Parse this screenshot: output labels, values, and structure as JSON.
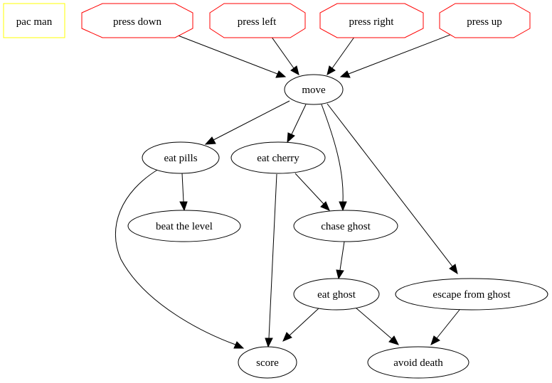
{
  "diagram": {
    "colors": {
      "default": "#000000",
      "action": "#ff0000",
      "title": "#ffff00"
    },
    "nodes": {
      "pac_man": {
        "label": "pac man",
        "shape": "box",
        "color": "#ffff00"
      },
      "press_down": {
        "label": "press down",
        "shape": "octagon",
        "color": "#ff0000"
      },
      "press_left": {
        "label": "press left",
        "shape": "octagon",
        "color": "#ff0000"
      },
      "press_right": {
        "label": "press right",
        "shape": "octagon",
        "color": "#ff0000"
      },
      "press_up": {
        "label": "press up",
        "shape": "octagon",
        "color": "#ff0000"
      },
      "move": {
        "label": "move",
        "shape": "ellipse",
        "color": "#000000"
      },
      "eat_pills": {
        "label": "eat pills",
        "shape": "ellipse",
        "color": "#000000"
      },
      "eat_cherry": {
        "label": "eat cherry",
        "shape": "ellipse",
        "color": "#000000"
      },
      "beat_the_level": {
        "label": "beat the level",
        "shape": "ellipse",
        "color": "#000000"
      },
      "chase_ghost": {
        "label": "chase ghost",
        "shape": "ellipse",
        "color": "#000000"
      },
      "eat_ghost": {
        "label": "eat ghost",
        "shape": "ellipse",
        "color": "#000000"
      },
      "escape_from_ghost": {
        "label": "escape from ghost",
        "shape": "ellipse",
        "color": "#000000"
      },
      "score": {
        "label": "score",
        "shape": "ellipse",
        "color": "#000000"
      },
      "avoid_death": {
        "label": "avoid death",
        "shape": "ellipse",
        "color": "#000000"
      }
    },
    "edges": [
      {
        "from": "press_down",
        "to": "move"
      },
      {
        "from": "press_left",
        "to": "move"
      },
      {
        "from": "press_right",
        "to": "move"
      },
      {
        "from": "press_up",
        "to": "move"
      },
      {
        "from": "move",
        "to": "eat_pills"
      },
      {
        "from": "move",
        "to": "eat_cherry"
      },
      {
        "from": "move",
        "to": "chase_ghost"
      },
      {
        "from": "move",
        "to": "escape_from_ghost"
      },
      {
        "from": "eat_pills",
        "to": "beat_the_level"
      },
      {
        "from": "eat_pills",
        "to": "score"
      },
      {
        "from": "eat_cherry",
        "to": "chase_ghost"
      },
      {
        "from": "eat_cherry",
        "to": "score"
      },
      {
        "from": "chase_ghost",
        "to": "eat_ghost"
      },
      {
        "from": "eat_ghost",
        "to": "score"
      },
      {
        "from": "eat_ghost",
        "to": "avoid_death"
      },
      {
        "from": "escape_from_ghost",
        "to": "avoid_death"
      }
    ]
  }
}
